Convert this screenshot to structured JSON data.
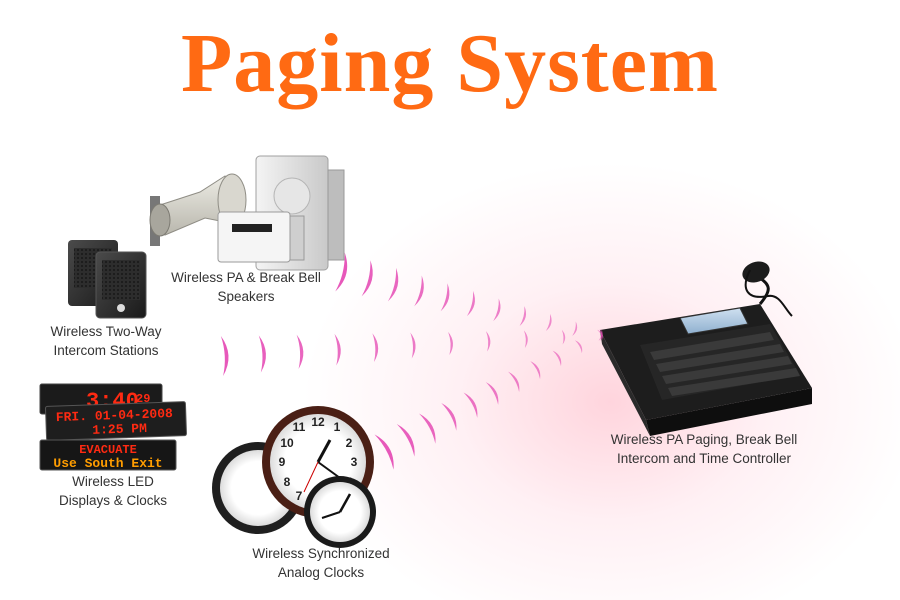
{
  "title": "Paging System",
  "colors": {
    "title": "#ff6a13",
    "wave": "#e64fb6",
    "led_red": "#ff2a12",
    "led_amber": "#ff9d00"
  },
  "devices": {
    "speakers": "Wireless PA & Break Bell\nSpeakers",
    "intercom": "Wireless Two-Way\nIntercom Stations",
    "led": "Wireless LED\nDisplays & Clocks",
    "analog": "Wireless Synchronized\nAnalog Clocks",
    "controller": "Wireless PA Paging, Break Bell\nIntercom and Time Controller"
  },
  "led_display": {
    "time": "3:40",
    "seconds": "29",
    "date": "FRI. 01-04-2008",
    "clock": "1:25 PM",
    "alert": "EVACUATE",
    "message": "Use South Exit"
  }
}
